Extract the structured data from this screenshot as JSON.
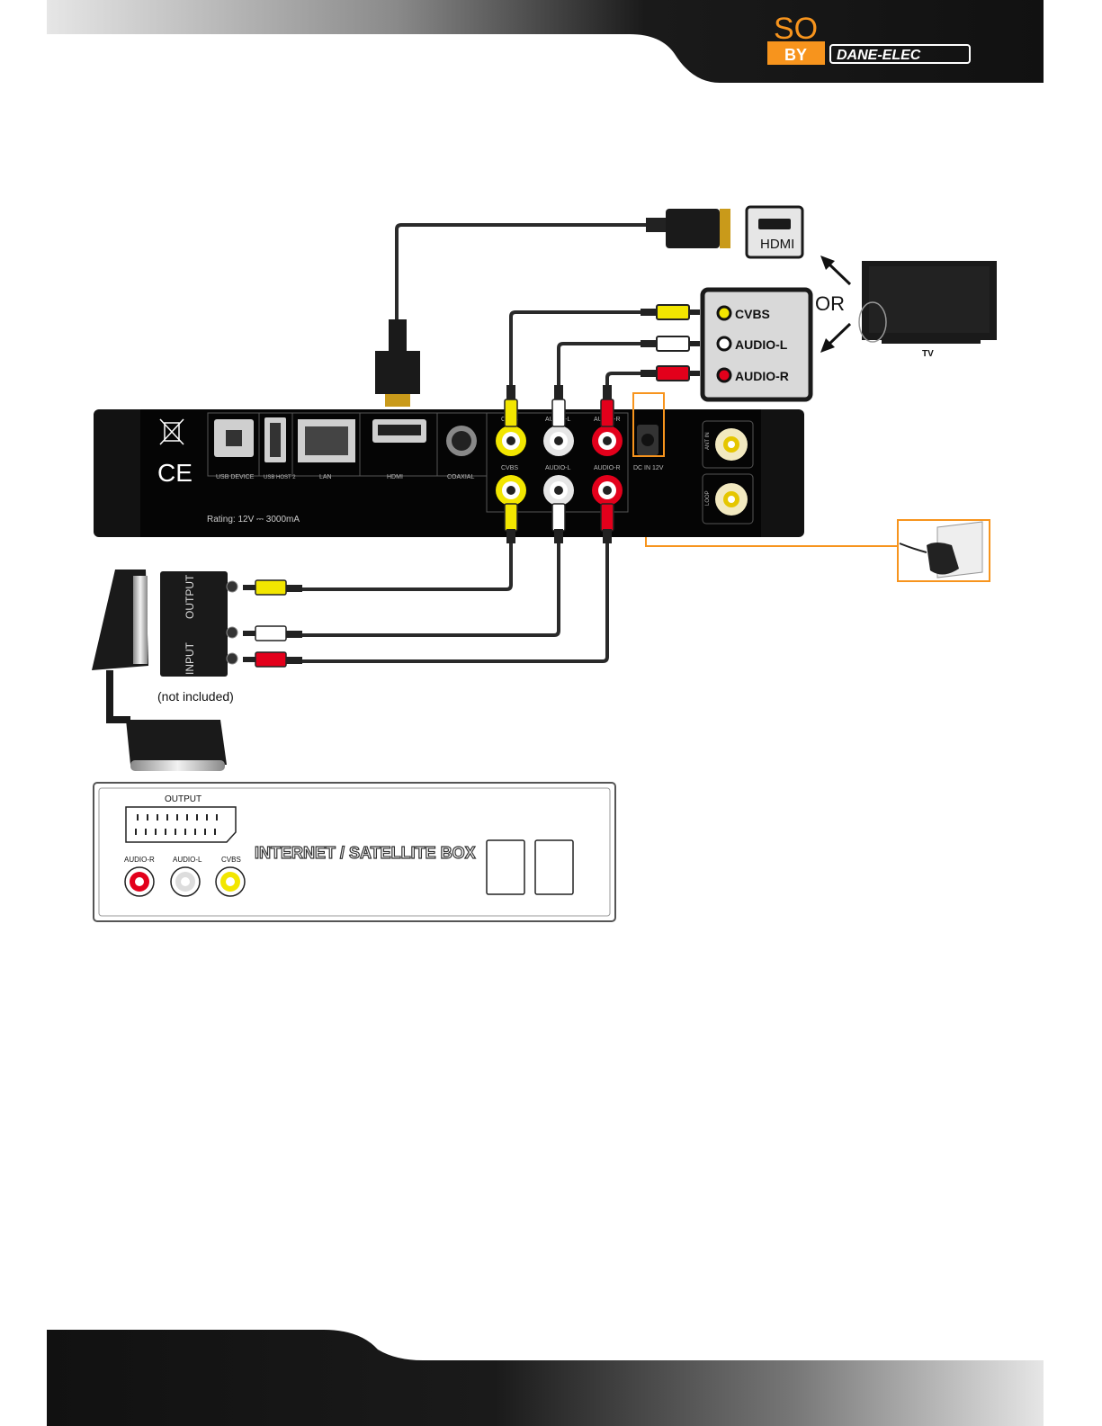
{
  "brand": {
    "so": "SO",
    "by": "BY",
    "maker": "DANE-ELEC"
  },
  "tv_connectors": {
    "hdmi": "HDMI",
    "or": "OR",
    "cvbs": "CVBS",
    "audio_l": "AUDIO-L",
    "audio_r": "AUDIO-R",
    "tv": "TV"
  },
  "player_panel": {
    "usb_device": "USB DEVICE",
    "usb_host": "USB HOST 2",
    "lan": "LAN",
    "hdmi": "HDMI",
    "coaxial": "COAXIAL",
    "cvbs_top": "CVBS",
    "audio_l_top": "AUDIO-L",
    "audio_r_top": "AUDIO-R",
    "cvbs_bottom": "CVBS",
    "audio_l_bottom": "AUDIO-L",
    "audio_r_bottom": "AUDIO-R",
    "dc_in": "DC IN 12V",
    "ant_in": "ANT IN",
    "loop": "LOOP",
    "rating": "Rating: 12V ⎓ 3000mA",
    "ce": "CE"
  },
  "scart_adapter": {
    "output": "OUTPUT",
    "input": "INPUT",
    "note": "(not included)"
  },
  "source_box": {
    "output": "OUTPUT",
    "audio_r": "AUDIO-R",
    "audio_l": "AUDIO-L",
    "cvbs": "CVBS",
    "title": "INTERNET / SATELLITE BOX"
  },
  "colors": {
    "accent_orange": "#f7941d",
    "yellow": "#f2e600",
    "red": "#e3001b",
    "black": "#1a1a1a"
  }
}
